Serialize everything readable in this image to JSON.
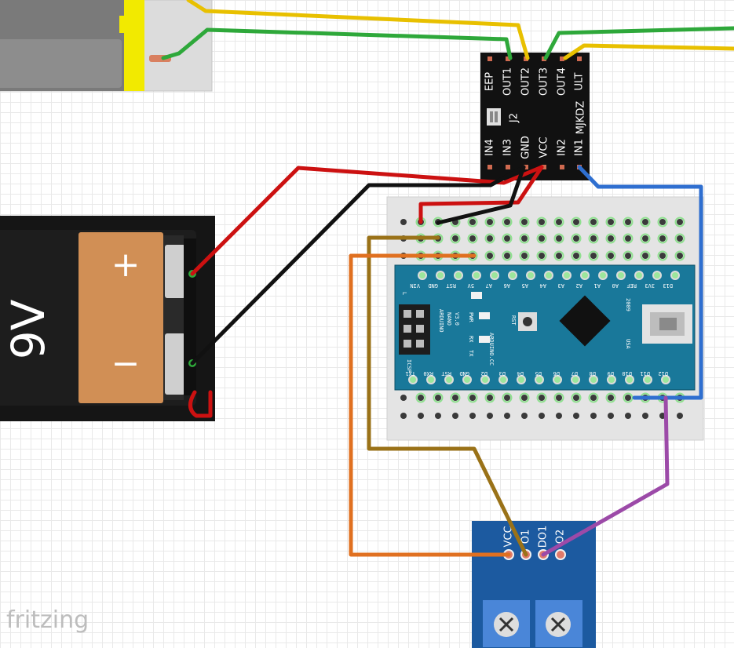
{
  "driver": {
    "top_pins": [
      "EEP",
      "OUT1",
      "OUT2",
      "OUT3",
      "OUT4",
      "ULT"
    ],
    "bottom_pins": [
      "IN4",
      "IN3",
      "GND",
      "VCC",
      "IN2",
      "IN1"
    ],
    "jumper": "J2",
    "brand": "MJKDZ"
  },
  "battery": {
    "voltage": "9V",
    "plus": "+",
    "minus": "−"
  },
  "nano": {
    "top_pins": [
      "D13",
      "3V3",
      "REF",
      "A0",
      "A1",
      "A2",
      "A3",
      "A4",
      "A5",
      "A6",
      "A7",
      "5V",
      "RST",
      "GND",
      "VIN"
    ],
    "bottom_pins": [
      "D12",
      "D11",
      "D10",
      "D9",
      "D8",
      "D7",
      "D6",
      "D5",
      "D4",
      "D3",
      "D2",
      "GND",
      "RST",
      "RX0",
      "TX1"
    ],
    "brand": "ARDUINO",
    "model": "NANO",
    "version": "V3.0",
    "site": "ARDUINO.CC",
    "year": "2009",
    "country": "USA",
    "icsp": "ICSP",
    "led_labels": [
      "L",
      "PWR",
      "RX",
      "TX"
    ],
    "reset": "RST"
  },
  "sensor": {
    "pins": [
      "VCC",
      "O1",
      "DO1",
      "O2"
    ]
  },
  "watermark": "fritzing",
  "colors": {
    "wire_red": "#cc1111",
    "wire_black": "#111111",
    "wire_yellow": "#e8c000",
    "wire_green": "#2ea83a",
    "wire_blue": "#2f6fd0",
    "wire_orange": "#e07020",
    "wire_olive": "#9a7218",
    "wire_purple": "#9c4aa8",
    "nano_board": "#19789a",
    "sensor_board": "#1c5aa0",
    "driver_board": "#111111"
  }
}
